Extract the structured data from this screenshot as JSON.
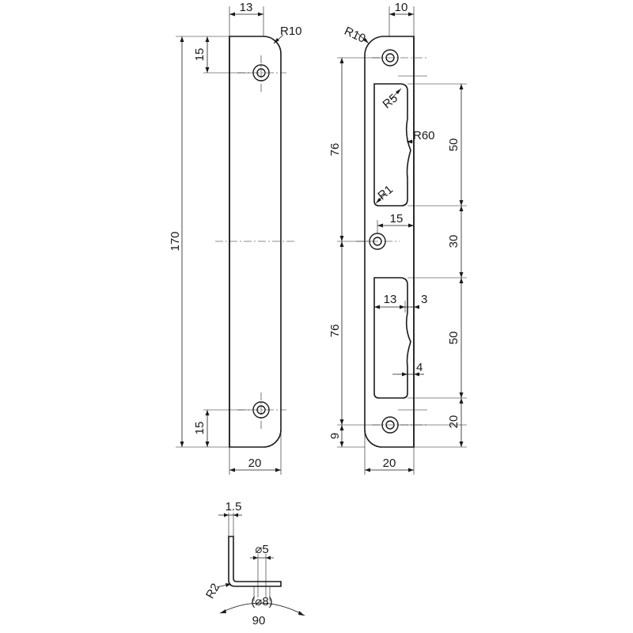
{
  "front_view": {
    "top_width": "13",
    "top_radius": "R10",
    "hole_offset_top": "15",
    "total_length": "170",
    "hole_offset_bottom": "15",
    "width": "20"
  },
  "side_view": {
    "top_width": "10",
    "top_radius": "R10",
    "upper_span": "76",
    "lower_span": "76",
    "bottom_offset": "9",
    "strike_radius": "R5",
    "curve_radius": "R60",
    "corner_radius": "R1",
    "upper_opening_height": "50",
    "hole_spacing": "30",
    "lower_opening_height": "50",
    "bottom_hole_offset": "20",
    "center_hole_offset": "15",
    "opening_width": "13",
    "lip_offset": "3",
    "lip_depth": "4",
    "width": "20"
  },
  "profile_view": {
    "thickness": "1.5",
    "hole_diameter": "⌀5",
    "bend_radius": "R2",
    "countersink_diameter": "(⌀8)",
    "angle": "90"
  }
}
